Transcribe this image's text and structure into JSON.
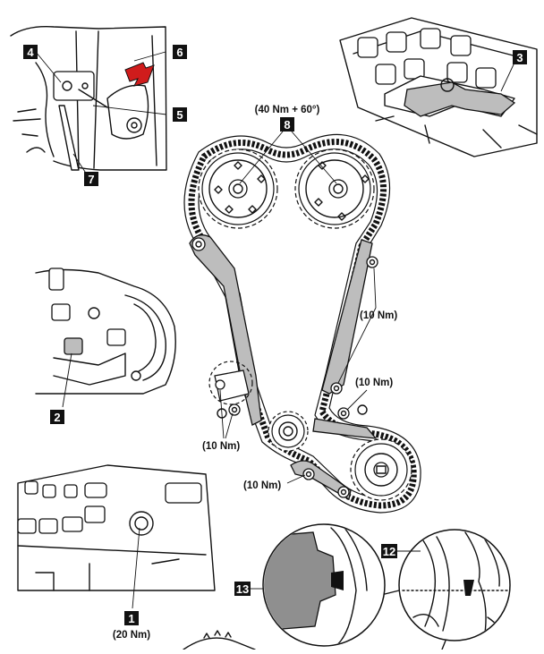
{
  "callouts": {
    "c1": "1",
    "c2": "2",
    "c3": "3",
    "c4": "4",
    "c5": "5",
    "c6": "6",
    "c7": "7",
    "c8": "8",
    "c12": "12",
    "c13": "13"
  },
  "torques": {
    "cam_bolts": "(40 Nm + 60°)",
    "upper_right_guide": "(10 Nm)",
    "tensioner_rail": "(10 Nm)",
    "tensioner": "(10 Nm)",
    "lower_guide": "(10 Nm)",
    "crank_plug": "(20 Nm)"
  },
  "colors": {
    "line": "#111111",
    "guide_fill": "#bdbdbd",
    "zoom_fill": "#8f8f8f",
    "arrow_red": "#d01c1c",
    "badge": "#111111"
  }
}
